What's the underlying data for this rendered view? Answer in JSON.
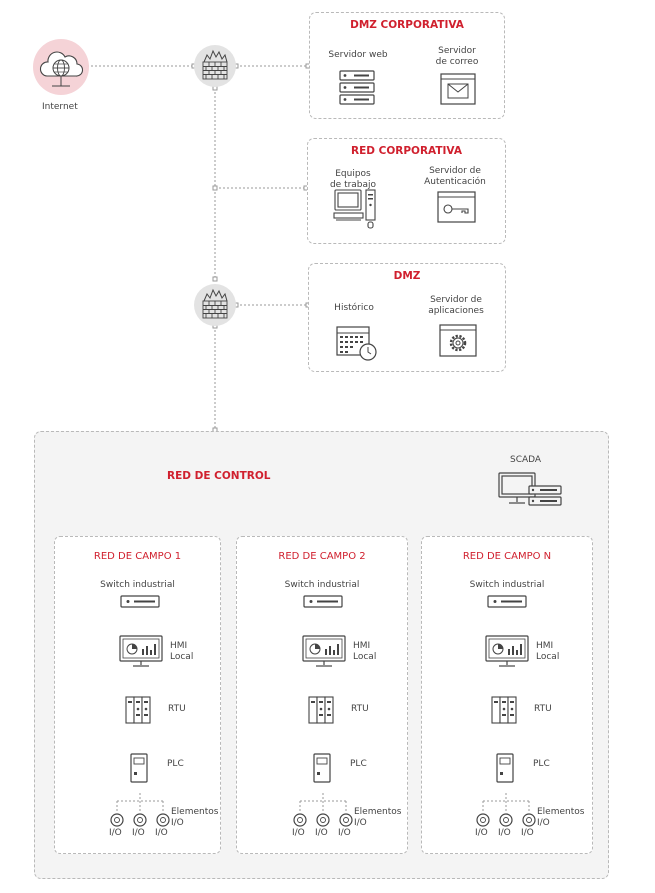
{
  "internet": {
    "label": "Internet"
  },
  "zones": {
    "dmz_corp": {
      "title": "DMZ CORPORATIVA",
      "web_server": "Servidor web",
      "mail_server_l1": "Servidor",
      "mail_server_l2": "de correo"
    },
    "red_corp": {
      "title": "RED CORPORATIVA",
      "workstations_l1": "Equipos",
      "workstations_l2": "de trabajo",
      "auth_l1": "Servidor de",
      "auth_l2": "Autenticación"
    },
    "dmz": {
      "title": "DMZ",
      "historian": "Histórico",
      "app_l1": "Servidor de",
      "app_l2": "aplicaciones"
    },
    "control": {
      "title": "RED DE CONTROL",
      "scada": "SCADA"
    }
  },
  "fields": [
    {
      "title": "RED DE CAMPO 1",
      "switch": "Switch industrial",
      "hmi_l1": "HMI",
      "hmi_l2": "Local",
      "rtu": "RTU",
      "plc": "PLC",
      "io_l1": "Elementos",
      "io_l2": "I/O",
      "io1": "I/O",
      "io2": "I/O",
      "io3": "I/O"
    },
    {
      "title": "RED DE CAMPO 2",
      "switch": "Switch industrial",
      "hmi_l1": "HMI",
      "hmi_l2": "Local",
      "rtu": "RTU",
      "plc": "PLC",
      "io_l1": "Elementos",
      "io_l2": "I/O",
      "io1": "I/O",
      "io2": "I/O",
      "io3": "I/O"
    },
    {
      "title": "RED DE CAMPO N",
      "switch": "Switch industrial",
      "hmi_l1": "HMI",
      "hmi_l2": "Local",
      "rtu": "RTU",
      "plc": "PLC",
      "io_l1": "Elementos",
      "io_l2": "I/O",
      "io1": "I/O",
      "io2": "I/O",
      "io3": "I/O"
    }
  ],
  "colors": {
    "accent": "#d0202e",
    "line": "#9a9a9a",
    "icon": "#444444",
    "zone_bg": "#f4f4f4",
    "firewall_bg": "#e3e3e3",
    "cloud_bg": "#f5d3d7"
  }
}
